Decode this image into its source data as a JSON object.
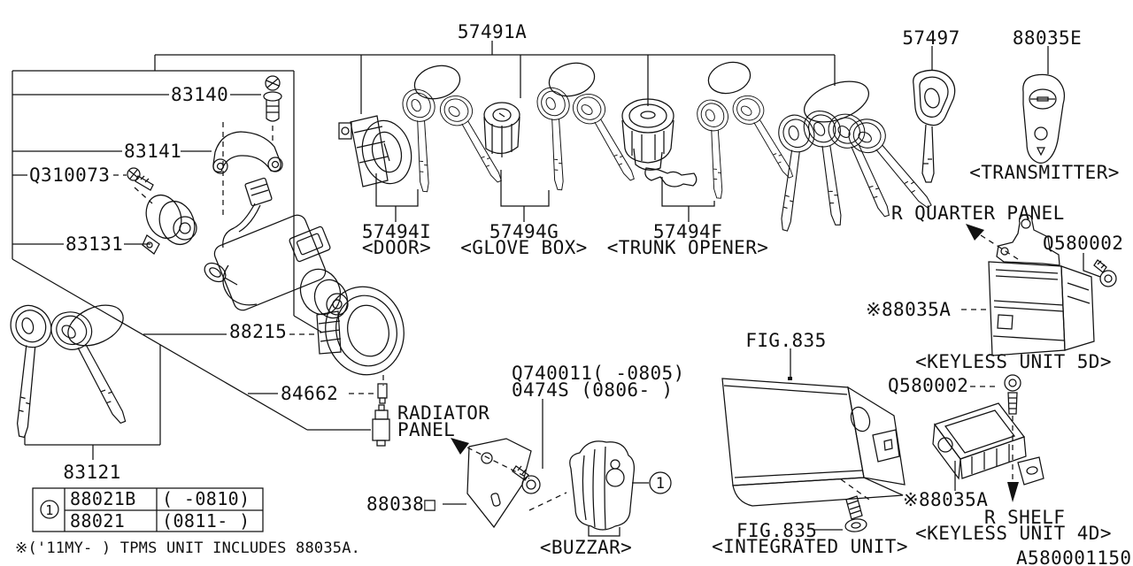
{
  "colors": {
    "line": "#111111",
    "background": "#ffffff"
  },
  "key_kit": {
    "part": "57491A"
  },
  "ignition": {
    "pin": "83140",
    "clamp": "83141",
    "screw": "Q310073",
    "lock": "83131",
    "keys": "83121",
    "antenna_ring": "88215",
    "bulb": "84662",
    "radiator_line1": "RADIATOR",
    "radiator_line2": "PANEL"
  },
  "cylinders": {
    "door": {
      "part": "57494I",
      "location": "<DOOR>"
    },
    "glove": {
      "part": "57494G",
      "location": "<GLOVE BOX>"
    },
    "trunk": {
      "part": "57494F",
      "location": "<TRUNK OPENER>"
    }
  },
  "transmitter": {
    "key_part": "57497",
    "part": "88035E",
    "location": "<TRANSMITTER>"
  },
  "keyless": {
    "part": "※88035A",
    "screw": "Q580002",
    "unit5d": "<KEYLESS UNIT 5D>",
    "unit4d": "<KEYLESS UNIT 4D>",
    "panel_5d": "R QUARTER PANEL",
    "shelf_4d": "R SHELF"
  },
  "integrated": {
    "fig": "FIG.835",
    "location": "<INTEGRATED UNIT>"
  },
  "buzzer": {
    "bracket": "88038□",
    "screw_early": "Q740011(  -0805)",
    "screw_late": "0474S (0806-   )",
    "location": "<BUZZAR>",
    "callout": "1"
  },
  "table": {
    "callout": "1",
    "rows": [
      {
        "part": "88021B",
        "range": "(  -0810)"
      },
      {
        "part": "88021",
        "range": "(0811-  )"
      }
    ]
  },
  "footnote": "※('11MY-   ) TPMS UNIT INCLUDES 88035A.",
  "doc_number": "A580001150"
}
